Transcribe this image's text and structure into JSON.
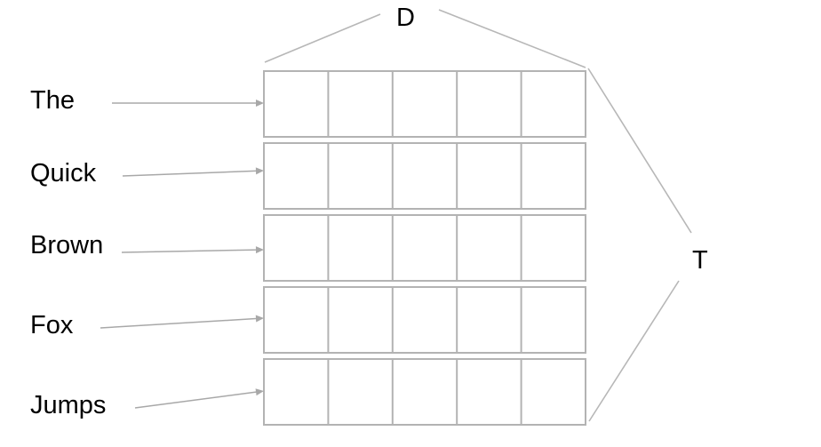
{
  "diagram": {
    "width_label": "D",
    "height_label": "T",
    "tokens": [
      {
        "label": "The"
      },
      {
        "label": "Quick"
      },
      {
        "label": "Brown"
      },
      {
        "label": "Fox"
      },
      {
        "label": "Jumps"
      }
    ],
    "cells_per_row": 5,
    "colors": {
      "grid_stroke": "#b3b3b3",
      "arrow": "#a8a8a8",
      "brace": "#b7b7b7",
      "text": "#000000"
    }
  }
}
